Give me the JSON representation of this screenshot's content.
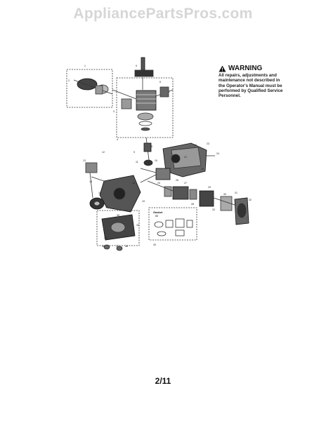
{
  "watermark": "AppliancePartsPros.com",
  "warning": {
    "title": "WARNING",
    "lines": [
      "All repairs, adjustments and",
      "maintenance not described in",
      "the Operator's Manual must be",
      "performed by Qualified Service",
      "Personnel."
    ]
  },
  "kit_label": {
    "title": "Gasket",
    "number": "65"
  },
  "page_number": "2/11",
  "callouts": [
    "1",
    "2",
    "3",
    "4",
    "5",
    "6",
    "7",
    "8",
    "9",
    "10",
    "11",
    "12",
    "13",
    "14",
    "15",
    "16",
    "17",
    "18",
    "19",
    "20",
    "21",
    "22",
    "23",
    "24",
    "25",
    "26",
    "27",
    "28",
    "29",
    "30",
    "31",
    "32",
    "33",
    "34",
    "35",
    "36",
    "37",
    "38",
    "39",
    "40"
  ]
}
